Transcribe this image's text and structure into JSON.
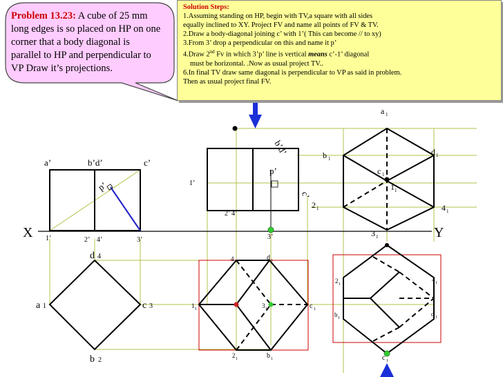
{
  "problem": {
    "number": "Problem 13.23:",
    "lines": [
      "long edges is so placed on HP on one",
      "corner that a body diagonal is",
      " parallel to HP and perpendicular to",
      "VP  Draw it’s projections."
    ],
    "first_line_rest": " A cube of 25 mm"
  },
  "solution": {
    "title": "Solution Steps:",
    "steps": [
      "1.Assuming standing on HP, begin with TV,a square with all sides",
      "equally inclined to XY. Project FV and name all points of FV & TV.",
      "2.Draw a body-diagonal joining c’ with 1’( This can become // to xy)",
      "3.From 3’ drop a perpendicular on this and name it p’",
      "4.Draw 2",
      "must be horizontal. .Now as usual project TV..",
      "6.In final TV draw same diagonal is perpendicular to VP as said in problem.",
      "Then as usual project final FV."
    ],
    "step4_sup": "nd",
    "step4_mid": " Fv in which 3’p’ line is vertical  ",
    "step4_means": "means",
    "step4_end": " c’-1’ diagonal"
  },
  "axis": {
    "x": "X",
    "y": "Y"
  },
  "fv1": {
    "a": "a’",
    "bd": "b’d’",
    "c": "c’",
    "p": "p’",
    "one": "1’",
    "two": "2’",
    "four": "4’",
    "three": "3’"
  },
  "tv1": {
    "d": "d",
    "d_num": "4",
    "a": "a",
    "a_num": "1",
    "c": "c",
    "c_num": "3",
    "b": "b",
    "b_num": "2"
  },
  "fv2": {
    "one": "1’",
    "bd": "b’d’",
    "p": "p’",
    "c": "c’",
    "twofour": "2’ 4’",
    "three": "3’"
  },
  "tv2": {
    "four": "4",
    "d": "d",
    "d_sub": "1",
    "one": "1",
    "one_sub": "1",
    "three": "3",
    "three_sub": "1",
    "c": "c",
    "c_sub": "1",
    "two": "2",
    "two_sub": "1",
    "b": "b",
    "b_sub": "1"
  },
  "fv3": {
    "a": "a",
    "a_sub": "1",
    "b": "b",
    "b_sub": "1",
    "d": "d",
    "d_sub": "1",
    "c": "c",
    "c_sub": "1",
    "one": "1",
    "one_sub": "1",
    "two": "2",
    "two_sub": "1",
    "four": "4",
    "four_sub": "1",
    "three": "3",
    "three_sub": "1"
  },
  "tv3": {
    "two": "2",
    "two_sub": "1",
    "four": "4",
    "four_sub": "1",
    "b": "b",
    "b_sub": "1",
    "d": "d",
    "d_sub": "1",
    "c": "c",
    "c_sub": "1"
  },
  "colors": {
    "projector": "#b5c24a",
    "diagonal": "#1f1fc8",
    "arrow": "#1a2fd8",
    "frame": "#cc0000",
    "bubble": "#ffccff",
    "box": "#ffff99",
    "point_green": "#33cc33",
    "point_red": "#cc2222"
  }
}
